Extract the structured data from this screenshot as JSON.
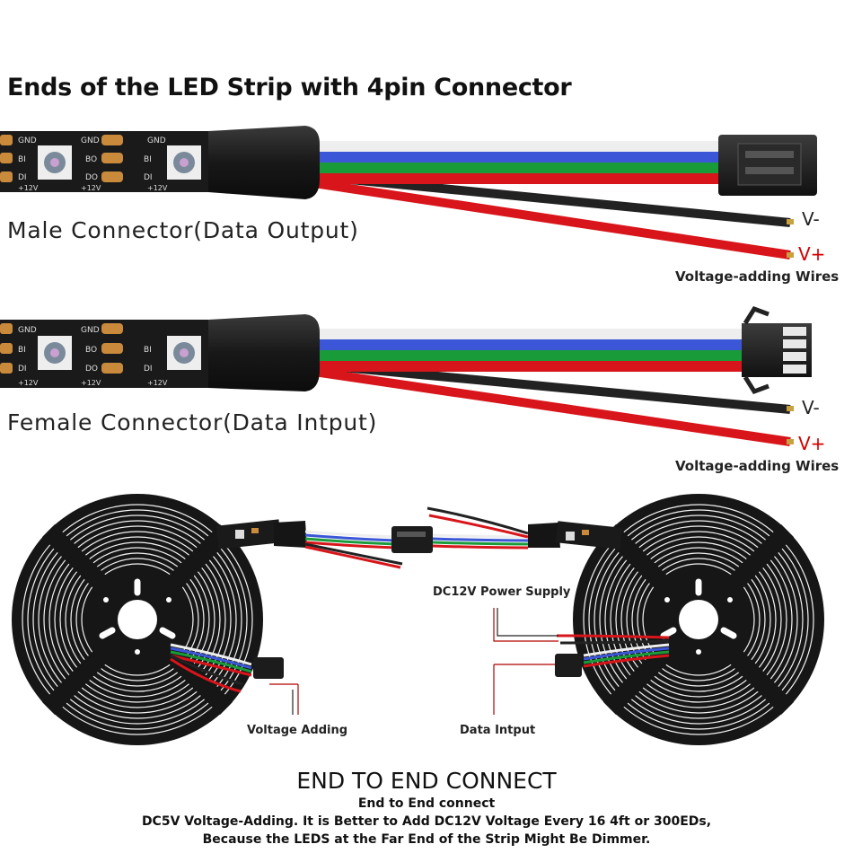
{
  "title": "Ends of the LED Strip with 4pin Connector",
  "strip_labels": {
    "gnd": "GND",
    "bi": "BI",
    "bo": "BO",
    "di": "DI",
    "do": "DO",
    "v12": "+12V"
  },
  "male": {
    "label": "Male Connector(Data Output)",
    "v_neg": "V-",
    "v_pos": "V+",
    "wires_note": "Voltage-adding Wires"
  },
  "female": {
    "label": "Female Connector(Data Intput)",
    "v_neg": "V-",
    "v_pos": "V+",
    "wires_note": "Voltage-adding Wires"
  },
  "callouts": {
    "power_supply": "DC12V Power Supply",
    "voltage_adding": "Voltage Adding",
    "data_input": "Data Intput"
  },
  "footer": {
    "title": "END TO END CONNECT",
    "line1": "End to End connect",
    "line2": "DC5V Voltage-Adding. It is Better to Add DC12V Voltage Every 16 4ft or 300EDs,",
    "line3": "Because the LEDS at the Far End of the Strip Might Be Dimmer."
  },
  "colors": {
    "wire_white": "#eeeeee",
    "wire_blue": "#3b56d6",
    "wire_green": "#1a9b3a",
    "wire_red": "#d8151b",
    "wire_black": "#222222",
    "strip": "#1a1a1a",
    "pad": "#c98a3c"
  }
}
